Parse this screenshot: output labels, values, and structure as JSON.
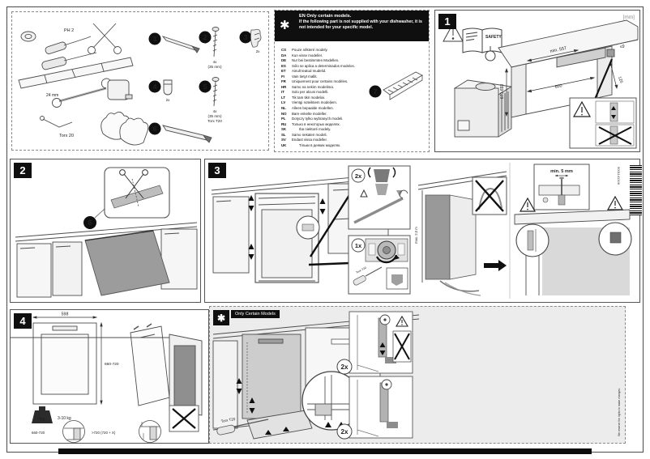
{
  "tools": {
    "ph2": "PH 2",
    "wrench": "24 mm",
    "torx": "Torx 20"
  },
  "parts": {
    "p1": {
      "num": "1"
    },
    "p2": {
      "num": "2",
      "qty": "4x",
      "size": "(35 mm)"
    },
    "p3": {
      "num": "3",
      "qty": "2x"
    },
    "p4": {
      "num": "4",
      "qty": "2x"
    },
    "p5": {
      "num": "5",
      "qty": "4x",
      "size": "(35 mm)",
      "tool": "Torx T20"
    },
    "p6": {
      "num": "6"
    },
    "p7": {
      "num": "7"
    }
  },
  "notice": {
    "star": "✱",
    "title": "EN Only certain models.",
    "body": "If the following part is not supplied with your dishwasher, it is not intended for your specific model.",
    "languages": [
      {
        "code": "CS",
        "text": "Pouze některé modely."
      },
      {
        "code": "DA",
        "text": "Kun visse modeller."
      },
      {
        "code": "DE",
        "text": "Nur bei bestimmten Modellen."
      },
      {
        "code": "ES",
        "text": "Sólo se aplica a determinados modelos."
      },
      {
        "code": "ET",
        "text": "Ainult teatud mudelid."
      },
      {
        "code": "FI",
        "text": "Vain tietyt mallit."
      },
      {
        "code": "FR",
        "text": "Uniquement pour certains modèles."
      },
      {
        "code": "HR",
        "text": "Samo na nekim modelima."
      },
      {
        "code": "IT",
        "text": "Solo per alcuni modelli."
      },
      {
        "code": "LT",
        "text": "Tik tam tikri modeliai."
      },
      {
        "code": "LV",
        "text": "Vienīgi noteiktiem modeļiem."
      },
      {
        "code": "NL",
        "text": "Alleen bepaalde modellen."
      },
      {
        "code": "NO",
        "text": "Bare enkelte modeller."
      },
      {
        "code": "PL",
        "text": "Dotyczy tylko wybranych modeli."
      },
      {
        "code": "RU",
        "text": "Только в некоторых моделях."
      },
      {
        "code": "SK",
        "text": "Iba niektoré modely."
      },
      {
        "code": "SL",
        "text": "Samo nekateri modeli."
      },
      {
        "code": "SV",
        "text": "Endast vissa modeller."
      },
      {
        "code": "UK",
        "text": "Тільки в деяких моделях."
      }
    ]
  },
  "step1": {
    "num": "1",
    "unit": "[mm]",
    "safety": "SAFETY",
    "dim_depth": "min. 557",
    "dim_width": "600",
    "dim_height": "670-693",
    "dim_plinth": "125",
    "dim_gap": "≤9"
  },
  "step2": {
    "num": "2",
    "part_ref": "6"
  },
  "step3": {
    "num": "3",
    "qty_rear": "2x",
    "qty_front": "1x",
    "tool": "Torx T20",
    "hose_len": "max. 2,0 m",
    "min_gap": "min. 5 mm"
  },
  "step4": {
    "num": "4",
    "door_width": "598",
    "door_height": "660-720",
    "weight_unit": "kg",
    "weight": "3-10 kg",
    "case_a": "660-720",
    "case_b": ">720 (720 + X)"
  },
  "star_panel": {
    "star": "✱",
    "tag": "Only Certain Models",
    "qty_top": "2x",
    "qty_bottom": "2x",
    "tool": "Torx T20"
  },
  "footer": {
    "barcode_number": "9001141306",
    "side_note": "We reserve the rights to make changes."
  }
}
